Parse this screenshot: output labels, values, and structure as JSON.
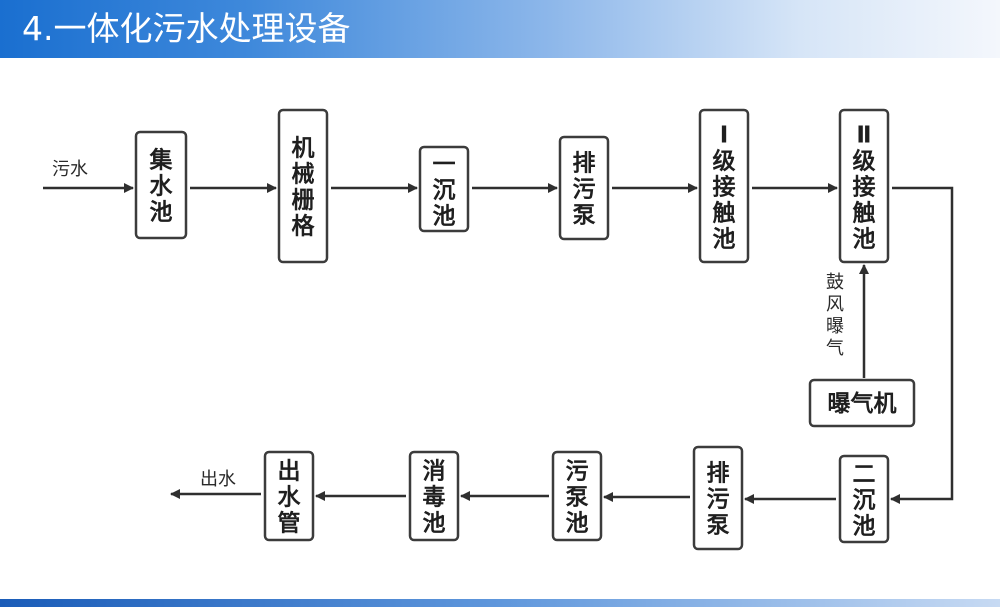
{
  "header": {
    "title": "4.一体化污水处理设备"
  },
  "nodes": [
    {
      "id": "collection-tank",
      "label": "集水池"
    },
    {
      "id": "mechanical-grille",
      "label": "机械栅格"
    },
    {
      "id": "primary-settling",
      "label": "一沉池"
    },
    {
      "id": "discharge-pump-1",
      "label": "排污泵"
    },
    {
      "id": "contact-tank-1",
      "label": "Ⅰ级接触池"
    },
    {
      "id": "contact-tank-2",
      "label": "Ⅱ级接触池"
    },
    {
      "id": "aerator",
      "label": "曝气机"
    },
    {
      "id": "secondary-settling",
      "label": "二沉池"
    },
    {
      "id": "discharge-pump-2",
      "label": "排污泵"
    },
    {
      "id": "sludge-tank",
      "label": "污泵池"
    },
    {
      "id": "disinfection-tank",
      "label": "消毒池"
    },
    {
      "id": "outlet-pipe",
      "label": "出水管"
    }
  ],
  "edge_labels": {
    "inlet": "污水",
    "aeration": "鼓风曝气",
    "outlet": "出水"
  },
  "colors": {
    "header_start": "#1a6fd0",
    "header_end": "#f4f7fc",
    "stroke": "#3c3c3c",
    "text": "#1f1f1f"
  }
}
